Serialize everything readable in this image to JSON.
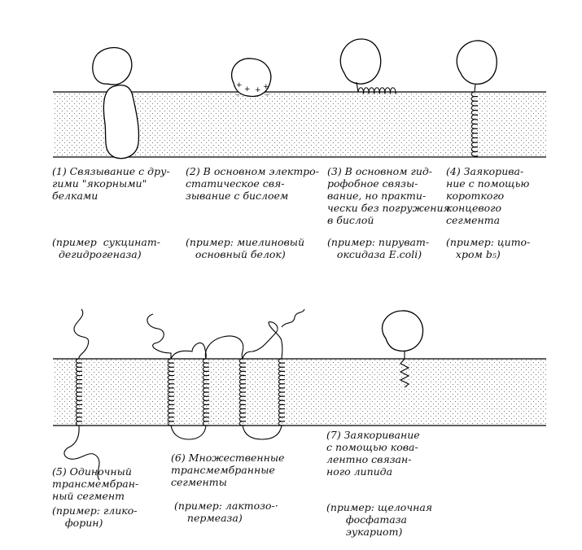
{
  "captions": {
    "c1": {
      "desc": "(1) Связывание с дру-\nгими \"якорными\"\nбелками",
      "example": "(пример  сукцинат-\n  дегидрогеназа)"
    },
    "c2": {
      "desc": "(2) В основном электро-\nстатическое свя-\nзывание с бислоем",
      "example": "(пример: миелиновый\n   основный белок)"
    },
    "c3": {
      "desc": "(3) В основном гид-\nрофобное связы-\nвание, но практи-\nчески без погружения\nв бислой",
      "example": "(пример: пируват-\n   оксидаза E.coli)"
    },
    "c4": {
      "desc": "(4) Заякорива-\nние с помощью\nкороткого\nконцевого\nсегмента",
      "example": "(пример: цито-\n   хром b₅)"
    },
    "c5": {
      "desc": "(5) Одиночный\nтрансмембран-\nный сегмент",
      "example": "(пример: глико-\n    форин)"
    },
    "c6": {
      "desc": "(6) Множественные\nтрансмембранные\nсегменты",
      "example": "(пример: лактозо-·\n    пермеаза)"
    },
    "c7": {
      "desc": "(7) Заякоривание\nс помощью кова-\nлентно связан-\nного липида",
      "example": "(пример: щелочная\n      фосфатаза\n      эукариот)"
    }
  },
  "charges": {
    "symbol": "+"
  }
}
